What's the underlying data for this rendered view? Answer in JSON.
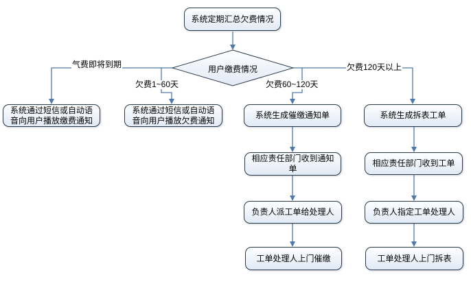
{
  "colors": {
    "arrow": "#4f78ad",
    "border": "#2b3a4a",
    "fill_top": "#fdfeff",
    "fill_bottom": "#e2eaf6"
  },
  "flow": {
    "start": "系统定期汇总欠费情况",
    "decision": "用户缴费情况",
    "branch_labels": {
      "due_soon": "气费即将到期",
      "days_1_60": "欠费1~60天",
      "days_60_120": "欠费60~120天",
      "days_over_120": "欠费120天以上"
    },
    "nodes": {
      "notify_pay": "系统通过短信或自动语音向用户播放缴费通知",
      "notify_arrears": "系统通过短信或自动语音向用户播放欠费通知",
      "gen_reminder": "系统生成催缴通知单",
      "dept_receive_notice": "相应责任部门收到通知单",
      "dispatch_order": "负责人派工单给处理人",
      "visit_collect": "工单处理人上门催缴",
      "gen_removal_order": "系统生成拆表工单",
      "dept_receive_order": "相应责任部门收到工单",
      "assign_handler": "负责人指定工单处理人",
      "visit_remove": "工单处理人上门拆表"
    }
  }
}
